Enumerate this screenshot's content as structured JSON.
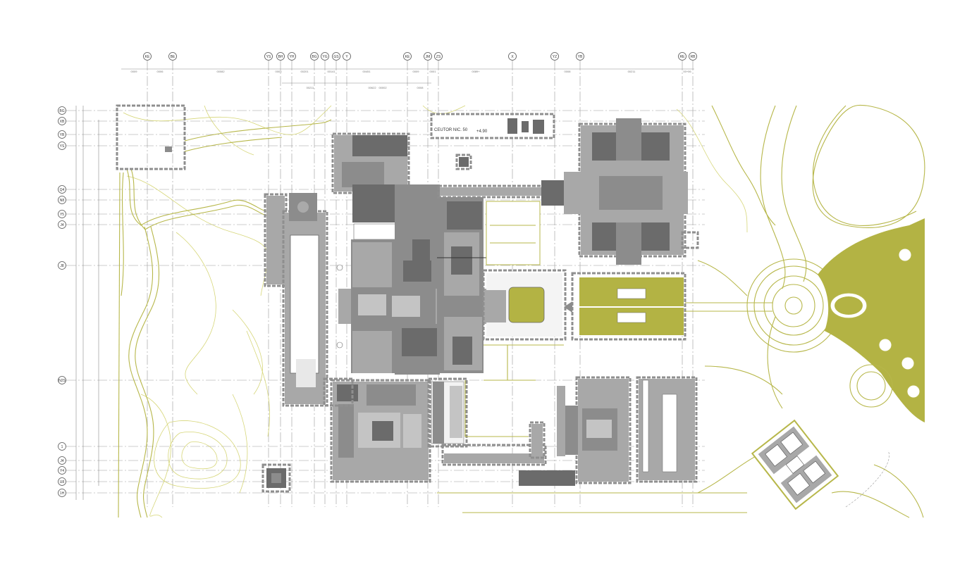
{
  "drawing": {
    "annotation_main": "CEUTOR NIC. 50",
    "annotation_level": "+4.90"
  },
  "grid_axes": {
    "top": [
      "KE",
      "BE",
      "YS",
      "BH",
      "YH",
      "BG",
      "YG",
      "GS",
      "Y",
      "KE",
      "JM",
      "ZS",
      "X",
      "YZ",
      "YB",
      "RE",
      "RB"
    ],
    "left": [
      "BG",
      "XB",
      "YB",
      "YS",
      "Q4",
      "N8",
      "Y5",
      "J4",
      "J8",
      "N2S",
      "1",
      "J4",
      "Y4",
      "U8",
      "1H"
    ]
  },
  "dimensions": {
    "top_row": [
      "0009",
      "0006",
      "00082",
      "0003",
      "00201",
      "00141",
      "00451",
      "0009",
      "0001",
      "0089+",
      "0008",
      "00211",
      "00+06"
    ],
    "second_row": [
      "00211",
      "00622",
      "00002",
      "0008"
    ]
  },
  "colors": {
    "landscape": "#b7b74a",
    "lawn": "#b3b344",
    "building_dark": "#6b6b6b",
    "grid": "#9a9a9a"
  }
}
